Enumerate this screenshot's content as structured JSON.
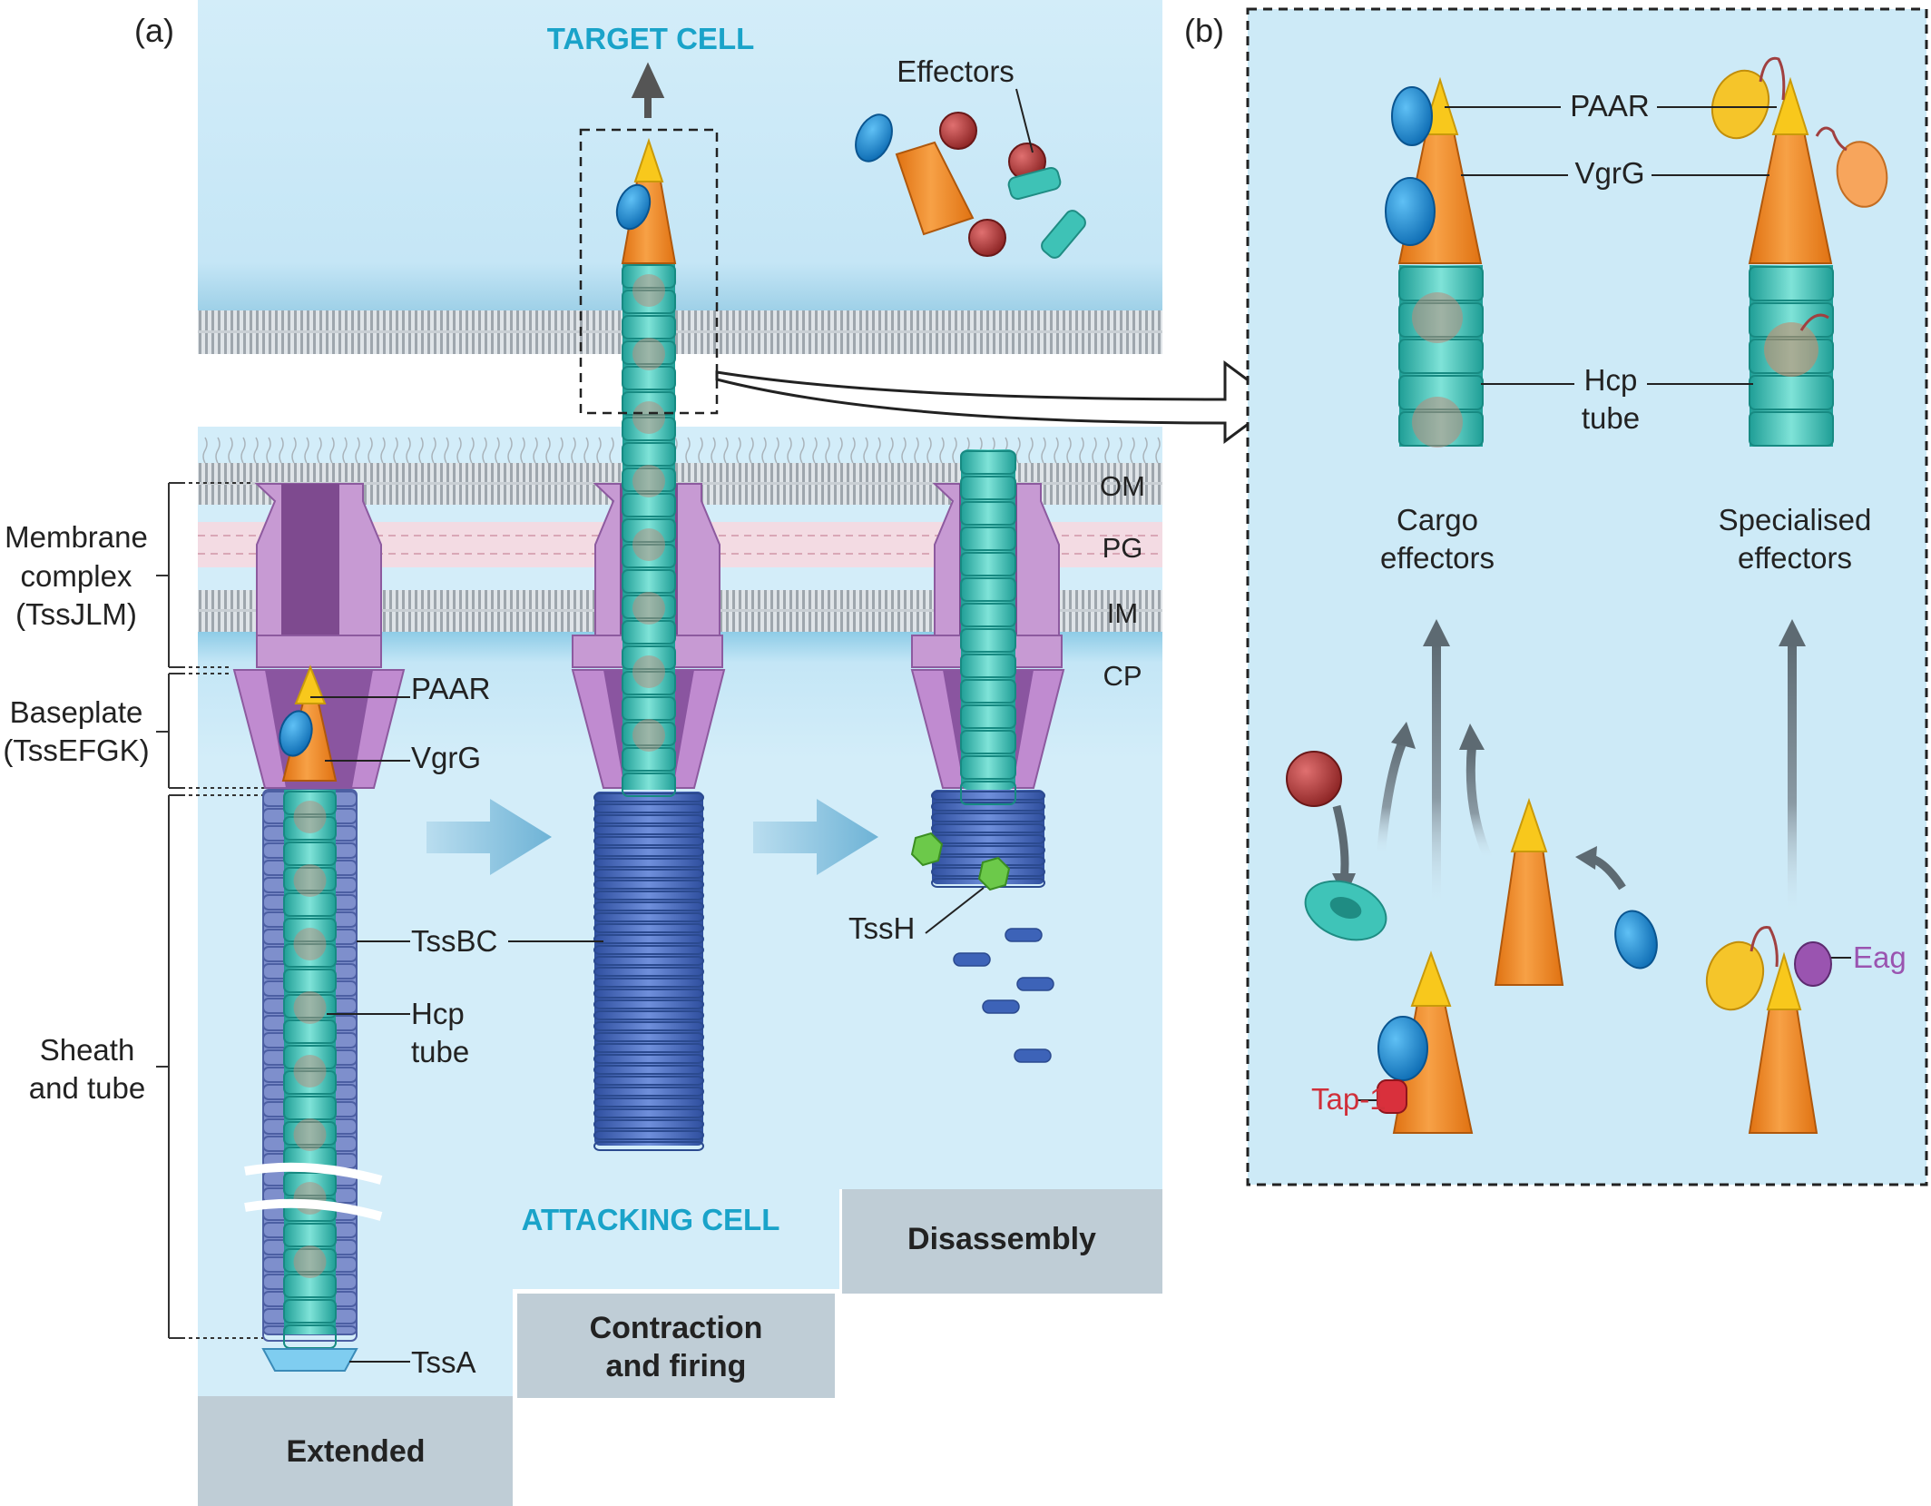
{
  "panels": {
    "a": "(a)",
    "b": "(b)"
  },
  "cells": {
    "target": "TARGET CELL",
    "attacking": "ATTACKING CELL"
  },
  "effectors_label": "Effectors",
  "membranes": {
    "om": "OM",
    "pg": "PG",
    "im": "IM",
    "cp": "CP"
  },
  "left_labels": {
    "membrane_complex": [
      "Membrane",
      "complex",
      "(TssJLM)"
    ],
    "baseplate": [
      "Baseplate",
      "(TssEFGK)"
    ],
    "sheath_tube": [
      "Sheath",
      "and tube"
    ]
  },
  "part_labels": {
    "paar": "PAAR",
    "vgrg": "VgrG",
    "tssbc": "TssBC",
    "hcp_line1": "Hcp",
    "hcp_line2": "tube",
    "tssa": "TssA",
    "tssh": "TssH"
  },
  "stages": {
    "extended": "Extended",
    "contraction": [
      "Contraction",
      "and firing"
    ],
    "disassembly": "Disassembly"
  },
  "panel_b": {
    "paar": "PAAR",
    "vgrg": "VgrG",
    "hcp_line1": "Hcp",
    "hcp_line2": "tube",
    "cargo": [
      "Cargo",
      "effectors"
    ],
    "specialised": [
      "Specialised",
      "effectors"
    ],
    "tap1": "Tap-1",
    "eag": "Eag"
  },
  "colors": {
    "cell_bg": "#cdeaf7",
    "orange": "#f08a24",
    "yellow": "#f8c81c",
    "teal": "#39c2b8",
    "sheath": "#4f6fbf",
    "purple": "#b889c4",
    "stage_box": "#bfcdd6",
    "label_blue": "#1aa3c9",
    "effector_red": "#b23a3a",
    "effector_blue": "#1c8ad8",
    "tap1_red": "#d0303a",
    "eag_purple": "#9a54b0"
  }
}
